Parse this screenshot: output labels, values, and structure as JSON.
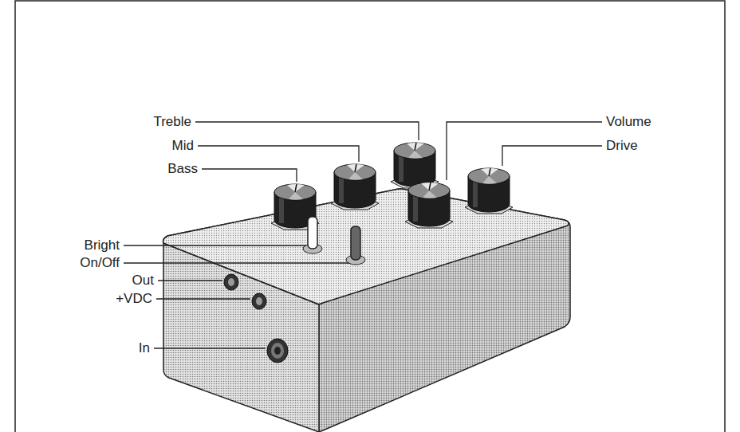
{
  "diagram": {
    "labels": [
      "Treble",
      "Mid",
      "Bass",
      "Volume",
      "Drive",
      "Bright",
      "On/Off",
      "Out",
      "+VDC",
      "In"
    ]
  }
}
